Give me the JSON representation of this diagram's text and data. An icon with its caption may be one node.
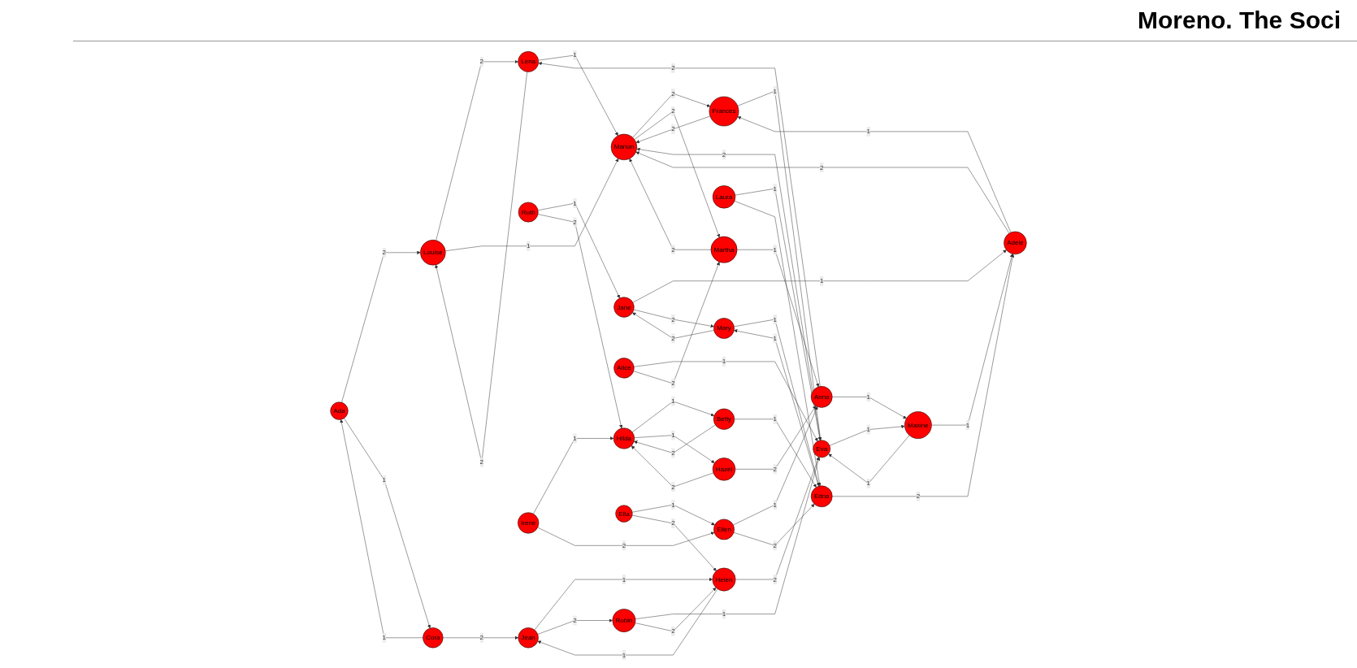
{
  "diagram": {
    "title": "Moreno. The Soci",
    "nodes": [
      {
        "text": [
          "Louise"
        ]
      },
      {
        "text": [
          "Ada"
        ]
      },
      {
        "text": [
          "Lena"
        ]
      },
      {
        "text": [
          "Marion"
        ]
      },
      {
        "text": [
          "Adele"
        ]
      },
      {
        "text": [
          "Jane"
        ]
      },
      {
        "text": [
          "Frances"
        ]
      },
      {
        "text": [
          "Cora"
        ]
      },
      {
        "text": [
          "Mary"
        ]
      },
      {
        "text": [
          "Maxine"
        ]
      },
      {
        "text": [
          "Eva"
        ]
      },
      {
        "text": [
          "Ruth"
        ]
      },
      {
        "text": [
          "Edna"
        ]
      },
      {
        "text": [
          "Anna"
        ]
      },
      {
        "text": [
          "Martha"
        ]
      },
      {
        "text": [
          "Betty"
        ]
      },
      {
        "text": [
          "Robin"
        ]
      },
      {
        "text": [
          "Jean"
        ]
      },
      {
        "text": [
          "Laura"
        ]
      },
      {
        "text": [
          "Alice"
        ]
      },
      {
        "text": [
          "Helen"
        ]
      },
      {
        "text": [
          "Hazel"
        ]
      },
      {
        "text": [
          "Hilda"
        ]
      },
      {
        "text": [
          "Ellen"
        ]
      },
      {
        "text": [
          "Ella"
        ]
      },
      {
        "text": [
          "Irene"
        ]
      }
    ],
    "edges": [
      {
        "from": 1,
        "to": 0,
        "arrow": "to",
        "label": "2"
      },
      {
        "from": 1,
        "to": 7,
        "arrow": "to",
        "label": "1"
      },
      {
        "from": 7,
        "to": 1,
        "arrow": "to",
        "label": "1"
      },
      {
        "from": 0,
        "to": 2,
        "arrow": "to",
        "label": "2"
      },
      {
        "from": 2,
        "to": 0,
        "arrow": "to",
        "label": "2"
      },
      {
        "from": 0,
        "to": 3,
        "arrow": "to",
        "label": "1"
      },
      {
        "from": 2,
        "to": 3,
        "arrow": "to",
        "label": "1"
      },
      {
        "from": 4,
        "to": 3,
        "arrow": "to",
        "label": "2"
      },
      {
        "from": 3,
        "to": 6,
        "arrow": "to",
        "label": "2"
      },
      {
        "from": 6,
        "to": 3,
        "arrow": "to",
        "label": "2"
      },
      {
        "from": 4,
        "to": 6,
        "arrow": "to",
        "label": "1"
      },
      {
        "from": 9,
        "to": 4,
        "arrow": "to",
        "label": "1"
      },
      {
        "from": 13,
        "to": 2,
        "arrow": "to",
        "label": "2"
      },
      {
        "from": 5,
        "to": 4,
        "arrow": "to",
        "label": "1"
      },
      {
        "from": 12,
        "to": 4,
        "arrow": "to",
        "label": "2"
      },
      {
        "from": 8,
        "to": 5,
        "arrow": "to",
        "label": "2"
      },
      {
        "from": 5,
        "to": 8,
        "arrow": "to",
        "label": "2"
      },
      {
        "from": 12,
        "to": 8,
        "arrow": "to",
        "label": "1"
      },
      {
        "from": 8,
        "to": 12,
        "arrow": "to",
        "label": "1"
      },
      {
        "from": 11,
        "to": 5,
        "arrow": "to",
        "label": "1"
      },
      {
        "from": 11,
        "to": 22,
        "arrow": "to",
        "label": "2"
      },
      {
        "from": 10,
        "to": 3,
        "arrow": "to",
        "label": "2"
      },
      {
        "from": 3,
        "to": 14,
        "arrow": "to",
        "label": "2"
      },
      {
        "from": 14,
        "to": 3,
        "arrow": "to",
        "label": "2"
      },
      {
        "from": 6,
        "to": 10,
        "arrow": "to",
        "label": "1"
      },
      {
        "from": 10,
        "to": 9,
        "arrow": "to",
        "label": "1"
      },
      {
        "from": 9,
        "to": 10,
        "arrow": "to",
        "label": "1"
      },
      {
        "from": 13,
        "to": 9,
        "arrow": "to",
        "label": "1"
      },
      {
        "from": 14,
        "to": 13,
        "arrow": "to",
        "label": "1"
      },
      {
        "from": 16,
        "to": 10,
        "arrow": "to",
        "label": "1"
      },
      {
        "from": 20,
        "to": 10,
        "arrow": "to",
        "label": "2"
      },
      {
        "from": 19,
        "to": 10,
        "arrow": "to",
        "label": "1"
      },
      {
        "from": 19,
        "to": 14,
        "arrow": "to",
        "label": "2"
      },
      {
        "from": 18,
        "to": 10,
        "arrow": "to",
        "label": "1"
      },
      {
        "from": 18,
        "to": 12,
        "arrow": "to"
      },
      {
        "from": 23,
        "to": 13,
        "arrow": "to",
        "label": "1"
      },
      {
        "from": 23,
        "to": 12,
        "arrow": "to",
        "label": "2"
      },
      {
        "from": 21,
        "to": 13,
        "arrow": "to",
        "label": "2"
      },
      {
        "from": 15,
        "to": 12,
        "arrow": "to",
        "label": "1"
      },
      {
        "from": 15,
        "to": 22,
        "arrow": "to",
        "label": "2"
      },
      {
        "from": 22,
        "to": 15,
        "arrow": "to",
        "label": "1"
      },
      {
        "from": 22,
        "to": 21,
        "arrow": "to",
        "label": "1"
      },
      {
        "from": 21,
        "to": 22,
        "arrow": "to",
        "label": "2"
      },
      {
        "from": 25,
        "to": 22,
        "arrow": "to",
        "label": "1"
      },
      {
        "from": 25,
        "to": 23,
        "arrow": "to",
        "label": "2"
      },
      {
        "from": 24,
        "to": 23,
        "arrow": "to",
        "label": "1"
      },
      {
        "from": 24,
        "to": 20,
        "arrow": "to",
        "label": "2"
      },
      {
        "from": 16,
        "to": 20,
        "arrow": "to",
        "label": "2"
      },
      {
        "from": 17,
        "to": 20,
        "arrow": "to",
        "label": "1"
      },
      {
        "from": 20,
        "to": 17,
        "arrow": "to",
        "label": "1"
      },
      {
        "from": 17,
        "to": 16,
        "arrow": "to",
        "label": "2"
      },
      {
        "from": 7,
        "to": 17,
        "arrow": "to",
        "label": "2"
      }
    ]
  }
}
